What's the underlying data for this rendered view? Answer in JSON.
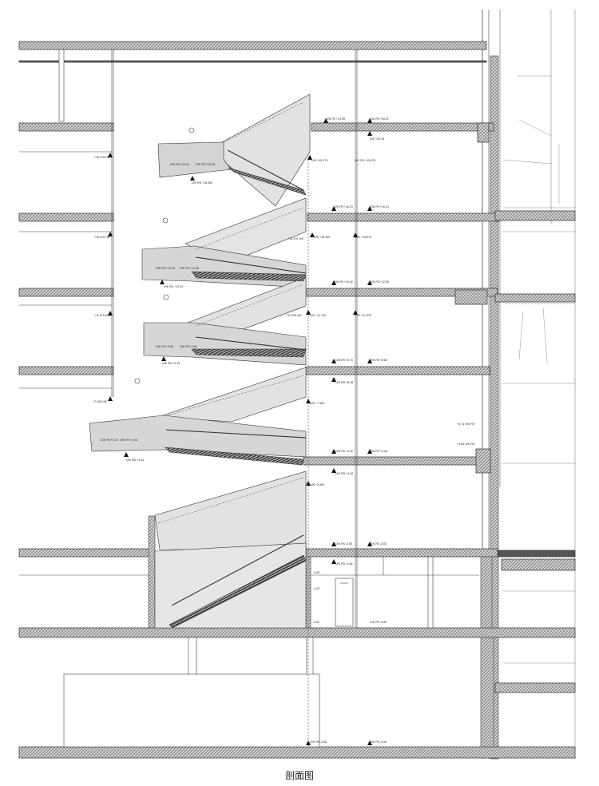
{
  "caption": "剖面图",
  "level_labels": {
    "L1_left": "+16.375 U/K",
    "L1_okfb_l": "O/K FB +19.95",
    "L1_okfb_r": "O/K FB +20.07",
    "L1_ukrd": "U/K RD +19.575",
    "L1_uk_r": "U/K +19.075",
    "L1_uk_r2": "U/K +20.16",
    "L1_landing_a": "O/K FB +16.04",
    "L1_landing_b": "O/K FB +16.09",
    "L1_landing_c": "U/K RD +16.060",
    "L2_left": "+15.375 U/K",
    "L2_a": "+16.375 U/K",
    "L2_b": "U/K +16.440",
    "L2_c": "U/K +16.575",
    "L2_okfb": "O/K FB +16.20",
    "L2_okfb_b": "O/K FB +16.13",
    "L2_land_a": "O/K FB +13.29",
    "L2_land_b": "O/K FB +13.35",
    "L2_land_c": "U/K RD +12.92",
    "L3_left": "+11.675 U/K",
    "L3_a": "+11.675 U/K",
    "L3_b": "U/K +11.740",
    "L3_c": "U/K +11.875",
    "L3_okfb": "O/K FB +12.42",
    "L3_okfb_b": "O/K FB +12.50",
    "L3_land_a": "O/K FB +9.65",
    "L3_land_b": "O/K FB +9.61",
    "L3_land_c": "U/K RD +9.32",
    "L4_okfb": "O/K FB +8.70",
    "L4_okfb_b": "O/K FB +8.80",
    "L4_ukrd": "U/K RD +8.08",
    "L4_left": "+7.405 U/K",
    "L4_uk": "U/K +7.405",
    "L5_land_a": "O/K FB +4.91",
    "L5_land_b": "O/K FB +4.96",
    "L5_land_c": "U/K RD +4.41",
    "L5_okfb": "O/K FB +4.30",
    "L5_okfb_b": "O/K FB +4.40",
    "L5_ukrd": "U/K RD +4.06",
    "L5_uk": "U/K +3.465",
    "L5_r1": "+4.74 O/K FB",
    "L5_r2": "+4.60 U/K RD",
    "L6_okfb": "O/K FB -0.06",
    "L6_okfb_b": "O/K FB -0.00",
    "L6_ukrd": "U/K RD -0.06",
    "L6_a": "-0.60",
    "L6_b": "-1.92",
    "L6_c": "-2.62",
    "L6_d": "O/K FB -3.80",
    "L7_a": "O/K FB -3.58",
    "L7_b": "O/K FB -2.08"
  }
}
